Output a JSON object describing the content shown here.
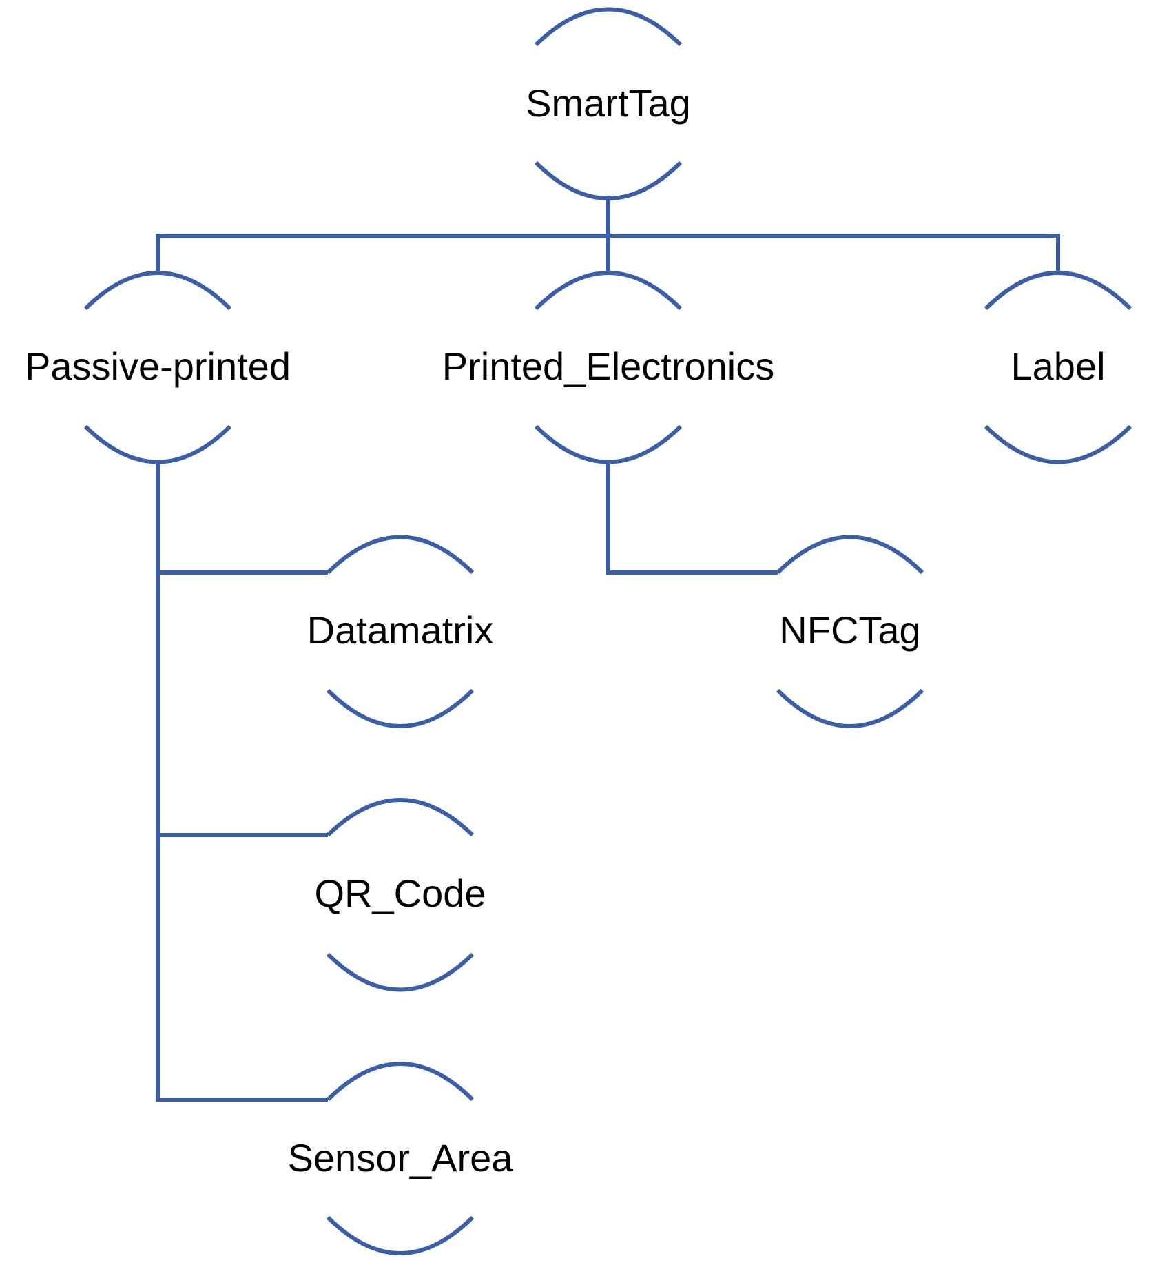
{
  "diagram": {
    "line_color": "#3a5ea8",
    "text_color": "#000000",
    "nodes": {
      "smarttag": "SmartTag",
      "passive_printed": "Passive-printed",
      "printed_electronics": "Printed_Electronics",
      "label": "Label",
      "datamatrix": "Datamatrix",
      "nfctag": "NFCTag",
      "qr_code": "QR_Code",
      "sensor_area": "Sensor_Area"
    },
    "edges": [
      [
        "SmartTag",
        "Passive-printed"
      ],
      [
        "SmartTag",
        "Printed_Electronics"
      ],
      [
        "SmartTag",
        "Label"
      ],
      [
        "Passive-printed",
        "Datamatrix"
      ],
      [
        "Passive-printed",
        "QR_Code"
      ],
      [
        "Passive-printed",
        "Sensor_Area"
      ],
      [
        "Printed_Electronics",
        "NFCTag"
      ]
    ]
  }
}
